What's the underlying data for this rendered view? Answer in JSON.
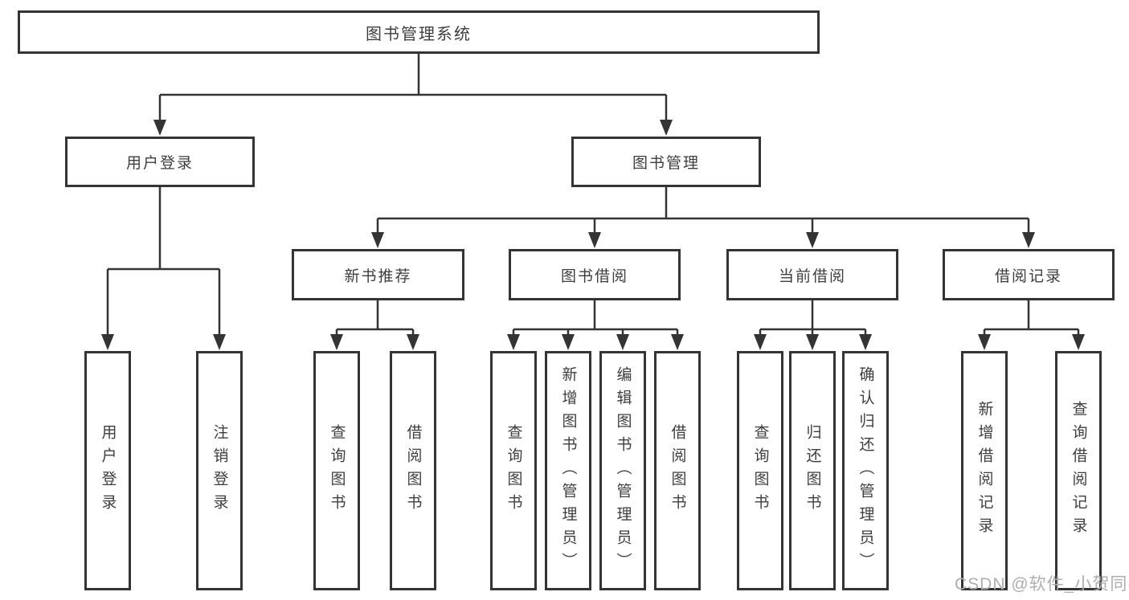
{
  "diagram": {
    "title": "图书管理系统",
    "nodes": {
      "root": "图书管理系统",
      "user_login": "用户登录",
      "book_management": "图书管理",
      "new_book_recommend": "新书推荐",
      "book_borrow": "图书借阅",
      "current_borrow": "当前借阅",
      "borrow_record": "借阅记录",
      "leaf_user_login": "用户登录",
      "leaf_logout": "注销登录",
      "leaf_rec_query_book": "查询图书",
      "leaf_rec_borrow_book": "借阅图书",
      "leaf_bb_query_book": "查询图书",
      "leaf_bb_add_book": "新增图书（管理员）",
      "leaf_bb_edit_book": "编辑图书（管理员）",
      "leaf_bb_borrow_book": "借阅图书",
      "leaf_cb_query_book": "查询图书",
      "leaf_cb_return_book": "归还图书",
      "leaf_cb_confirm_return": "确认归还（管理员）",
      "leaf_br_add_record": "新增借阅记录",
      "leaf_br_query_record": "查询借阅记录"
    },
    "colors": {
      "line": "#343434",
      "text": "#3e3e3e",
      "background": "#ffffff",
      "watermark": "#aeaeae"
    }
  },
  "watermark": "CSDN @软件_小贺同学"
}
